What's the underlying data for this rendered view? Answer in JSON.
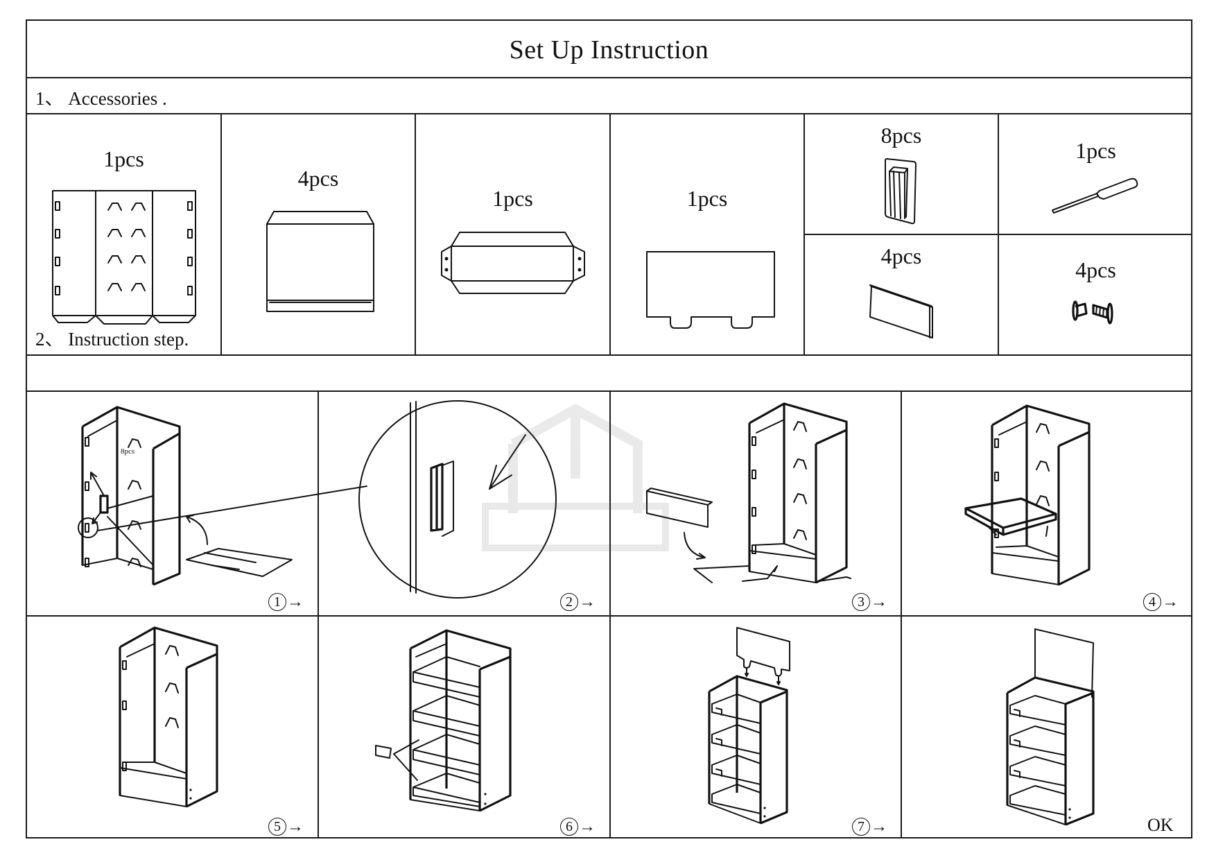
{
  "title": "Set Up Instruction",
  "sections": {
    "accessories": "1、 Accessories .",
    "steps": "2、 Instruction step."
  },
  "accessories": [
    {
      "qty": "1pcs",
      "icon": "back-panel-with-hooks-icon"
    },
    {
      "qty": "4pcs",
      "icon": "shelf-board-icon"
    },
    {
      "qty": "1pcs",
      "icon": "base-board-icon"
    },
    {
      "qty": "1pcs",
      "icon": "header-card-icon"
    },
    {
      "qty": "8pcs",
      "icon": "shelf-clip-icon"
    },
    {
      "qty": "1pcs",
      "icon": "screwdriver-icon"
    },
    {
      "qty": "4pcs",
      "icon": "price-tag-card-icon"
    },
    {
      "qty": "4pcs",
      "icon": "screw-set-icon"
    }
  ],
  "step_callout": "8pcs",
  "steps": [
    {
      "number": "1",
      "arrow": "→"
    },
    {
      "number": "2",
      "arrow": "→"
    },
    {
      "number": "3",
      "arrow": "→"
    },
    {
      "number": "4",
      "arrow": "→"
    },
    {
      "number": "5",
      "arrow": "→"
    },
    {
      "number": "6",
      "arrow": "→"
    },
    {
      "number": "7",
      "arrow": "→"
    }
  ],
  "final_label": "OK"
}
